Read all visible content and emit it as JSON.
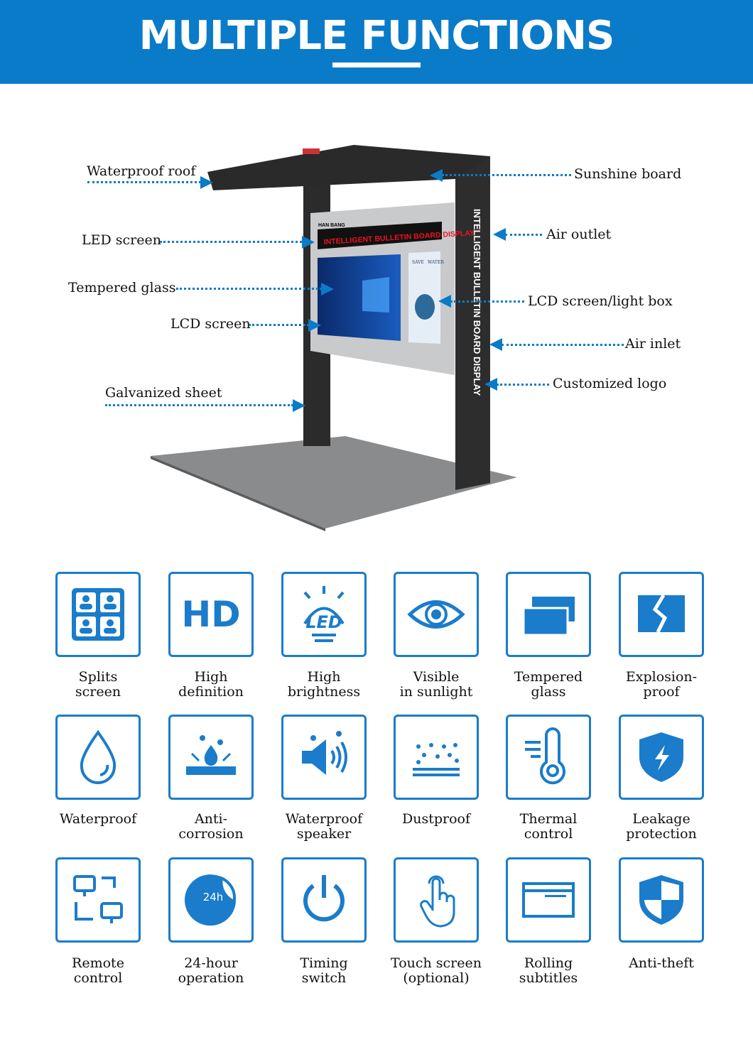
{
  "header": {
    "title": "MULTIPLE FUNCTIONS"
  },
  "product": {
    "led_text": "INTELLIGENT BULLETIN BOARD DISPLAY",
    "pillar_text": "INTELLIGENT BULLETIN BOARD DISPLAY",
    "logo_text": "HAN BANG",
    "poster_text": [
      "SAVE",
      "WATER"
    ]
  },
  "callouts": {
    "left": [
      "Waterproof roof",
      "LED screen",
      "Tempered glass",
      "LCD screen",
      "Galvanized sheet"
    ],
    "right": [
      "Sunshine board",
      "Air outlet",
      "LCD screen/light box",
      "Air inlet",
      "Customized logo"
    ]
  },
  "features": [
    {
      "label": [
        "Splits",
        "screen"
      ],
      "icon": "split-screen-icon"
    },
    {
      "label": [
        "High",
        "definition"
      ],
      "icon": "hd-icon"
    },
    {
      "label": [
        "High",
        "brightness"
      ],
      "icon": "led-icon"
    },
    {
      "label": [
        "Visible",
        "in sunlight"
      ],
      "icon": "eye-icon"
    },
    {
      "label": [
        "Tempered",
        "glass"
      ],
      "icon": "glass-panes-icon"
    },
    {
      "label": [
        "Explosion-",
        "proof"
      ],
      "icon": "explosion-proof-icon"
    },
    {
      "label": [
        "Waterproof",
        ""
      ],
      "icon": "water-drop-icon"
    },
    {
      "label": [
        "Anti-",
        "corrosion"
      ],
      "icon": "anti-corrosion-icon"
    },
    {
      "label": [
        "Waterproof",
        "speaker"
      ],
      "icon": "speaker-icon"
    },
    {
      "label": [
        "Dustproof",
        ""
      ],
      "icon": "dust-icon"
    },
    {
      "label": [
        "Thermal",
        "control"
      ],
      "icon": "thermometer-icon"
    },
    {
      "label": [
        "Leakage",
        "protection"
      ],
      "icon": "shield-bolt-icon"
    },
    {
      "label": [
        "Remote",
        "control"
      ],
      "icon": "remote-network-icon"
    },
    {
      "label": [
        "24-hour",
        "operation"
      ],
      "icon": "24h-moon-icon",
      "icon_text": "24h"
    },
    {
      "label": [
        "Timing",
        "switch"
      ],
      "icon": "power-icon"
    },
    {
      "label": [
        "Touch screen",
        "(optional)"
      ],
      "icon": "touch-hand-icon"
    },
    {
      "label": [
        "Rolling",
        "subtitles"
      ],
      "icon": "rolling-subtitle-icon"
    },
    {
      "label": [
        "Anti-theft",
        ""
      ],
      "icon": "shield-icon"
    }
  ],
  "colors": {
    "brand": "#0a7bc8",
    "icon": "#1a7ccb"
  }
}
